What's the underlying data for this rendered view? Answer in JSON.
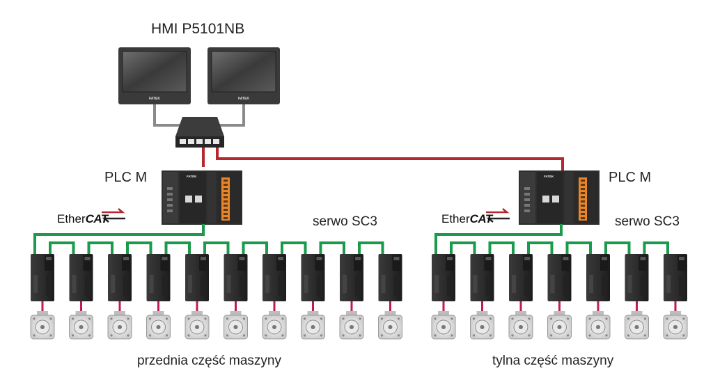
{
  "title": "HMI P5101NB",
  "hmi_brand": "FATEK",
  "plc_brand": "FATEK",
  "plc_label_left": "PLC M",
  "plc_label_right": "PLC M",
  "ethercat": {
    "text_light": "Ether",
    "text_bold": "CAT"
  },
  "servo_label_left": "serwo SC3",
  "servo_label_right": "serwo SC3",
  "section_left": "przednia część maszyny",
  "section_right": "tylna część maszyny",
  "colors": {
    "ethernet": "#b5282e",
    "ethercat": "#1a9a4a",
    "motor_cable": "#c2185b",
    "hmi_cable": "#8a8a8a",
    "device_dark": "#2b2b2b"
  },
  "groups": {
    "front_servo_count": 10,
    "rear_servo_count": 7
  }
}
